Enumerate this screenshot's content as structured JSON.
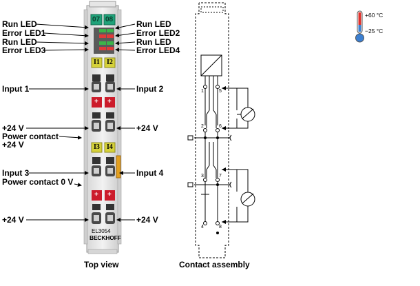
{
  "labels_left": [
    {
      "id": "run-led-1",
      "text": "Run LED"
    },
    {
      "id": "error-led-1",
      "text": "Error LED1"
    },
    {
      "id": "run-led-3",
      "text": "Run LED"
    },
    {
      "id": "error-led-3",
      "text": "Error LED3"
    },
    {
      "id": "input-1",
      "text": "Input 1"
    },
    {
      "id": "plus24v-l1",
      "text": "+24 V"
    },
    {
      "id": "power-contact",
      "text": "Power contact"
    },
    {
      "id": "plus24v-l2",
      "text": "+24 V"
    },
    {
      "id": "input-3",
      "text": "Input 3"
    },
    {
      "id": "power-contact-0v",
      "text": "Power contact 0 V"
    },
    {
      "id": "plus24v-l3",
      "text": "+24 V"
    }
  ],
  "labels_right": [
    {
      "id": "run-led-2",
      "text": "Run LED"
    },
    {
      "id": "error-led-2",
      "text": "Error LED2"
    },
    {
      "id": "run-led-4",
      "text": "Run LED"
    },
    {
      "id": "error-led-4",
      "text": "Error LED4"
    },
    {
      "id": "input-2",
      "text": "Input 2"
    },
    {
      "id": "plus24v-r1",
      "text": "+24 V"
    },
    {
      "id": "input-4",
      "text": "Input 4"
    },
    {
      "id": "plus24v-r2",
      "text": "+24 V"
    }
  ],
  "terminal": {
    "top_leds": [
      "07",
      "08"
    ],
    "group1_leds": [
      "I1",
      "I2"
    ],
    "group2_leds": [
      "I3",
      "I4"
    ],
    "model": "EL3054",
    "brand": "BECKHOFF",
    "plus_sign": "+",
    "pin_numbers": [
      "1",
      "5",
      "2",
      "6",
      "3",
      "7",
      "4",
      "8"
    ]
  },
  "captions": {
    "top_view": "Top view",
    "contact_assembly": "Contact assembly"
  },
  "temperature": {
    "max": "+60 °C",
    "min": "−25 °C"
  }
}
